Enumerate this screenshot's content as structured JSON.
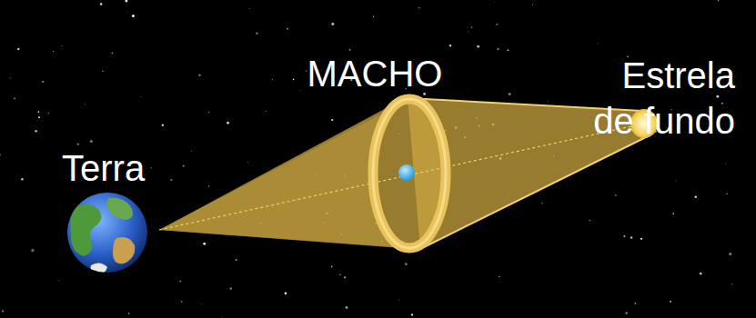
{
  "diagram": {
    "labels": [
      "Terra",
      "MACHO",
      "Estrela de fundo"
    ]
  }
}
